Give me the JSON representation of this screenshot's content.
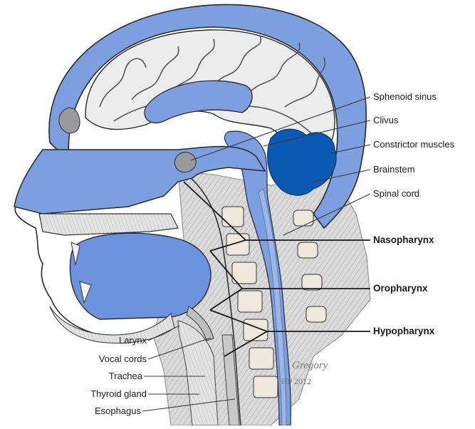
{
  "labels": {
    "sphenoid_sinus": "Sphenoid sinus",
    "clivus": "Clivus",
    "constrictor_muscles": "Constrictor muscles",
    "brainstem": "Brainstem",
    "spinal_cord": "Spinal cord",
    "nasopharynx": "Nasopharynx",
    "oropharynx": "Oropharynx",
    "hypopharynx": "Hypopharynx",
    "larynx": "Larynx",
    "vocal_cords": "Vocal cords",
    "trachea": "Trachea",
    "thyroid_gland": "Thyroid gland",
    "esophagus": "Esophagus"
  },
  "signature": {
    "artist": "Gregory",
    "copyright": "HP 2012"
  },
  "colors": {
    "fluid_blue": "#7c9fe0",
    "dark_blue": "#0a5ab4",
    "tissue_gray": "#cfcfcf",
    "brain_gray": "#e6e6e6",
    "outline": "#2a2a2a"
  }
}
